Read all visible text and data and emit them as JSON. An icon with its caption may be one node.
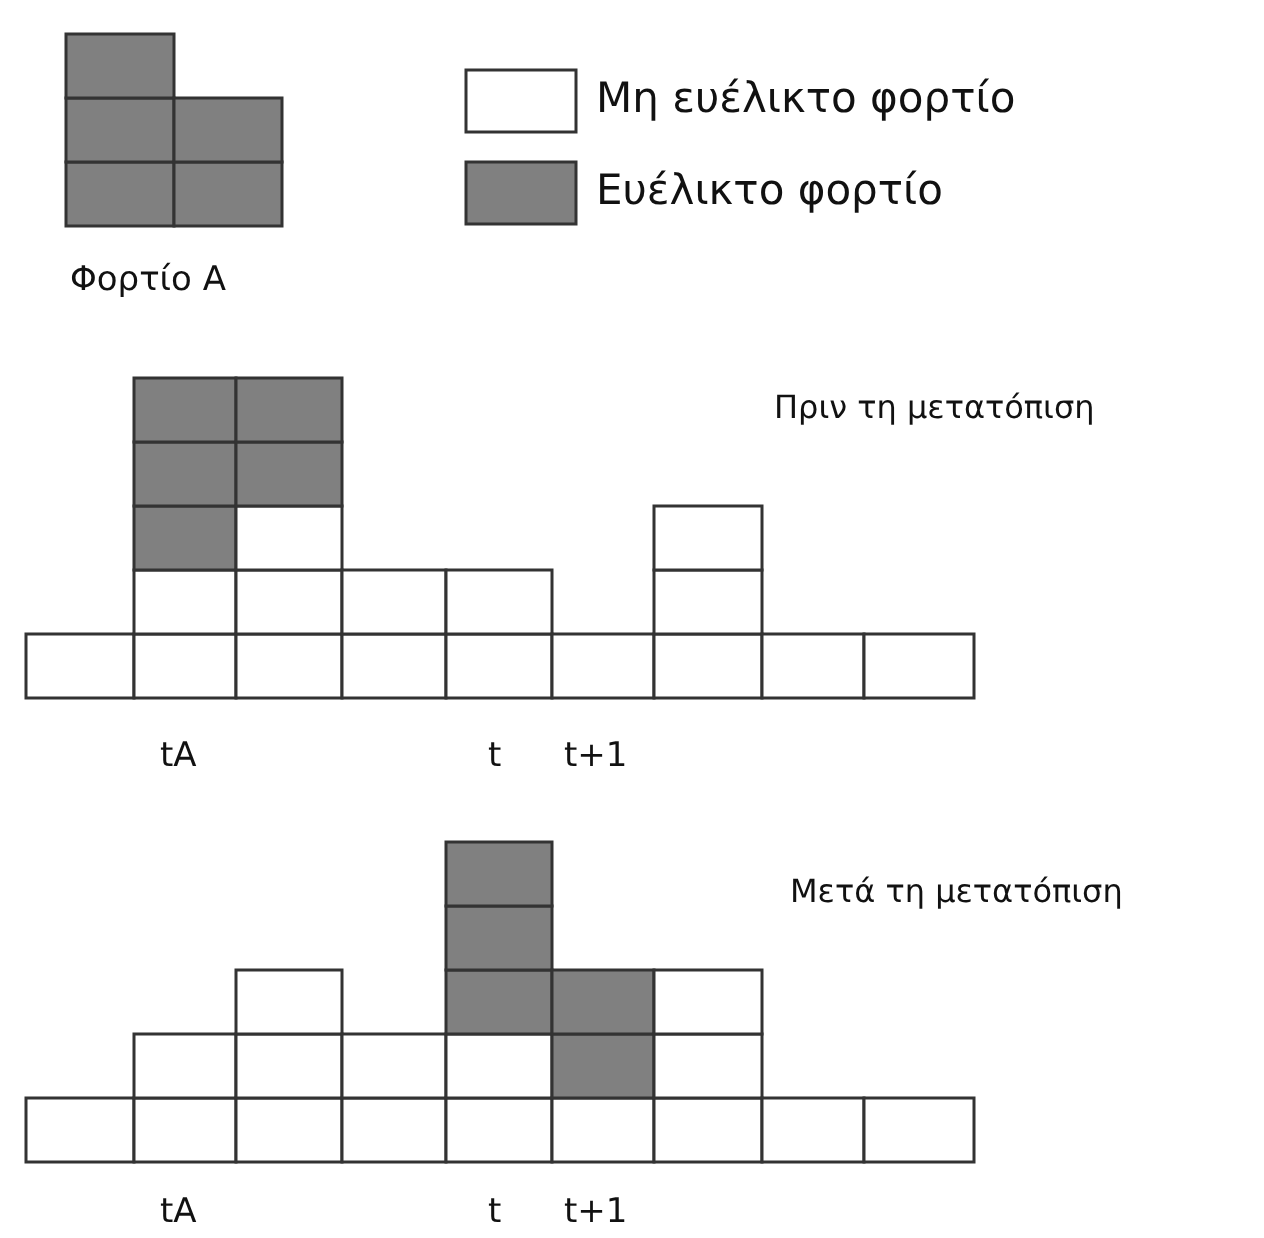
{
  "diagram": {
    "labels": [
      "Φορτίο A",
      "Πριν τη μετατόπιση",
      "tA",
      "t",
      "t+1",
      "Μετά τη μετατόπιση",
      "tA",
      "t",
      "t+1"
    ],
    "legend": [
      {
        "text": "Μη ευέλικτο φορτίο",
        "color": "#ffffff"
      },
      {
        "text": "Ευέλικτο φορτίο",
        "color": "#808080"
      }
    ]
  }
}
